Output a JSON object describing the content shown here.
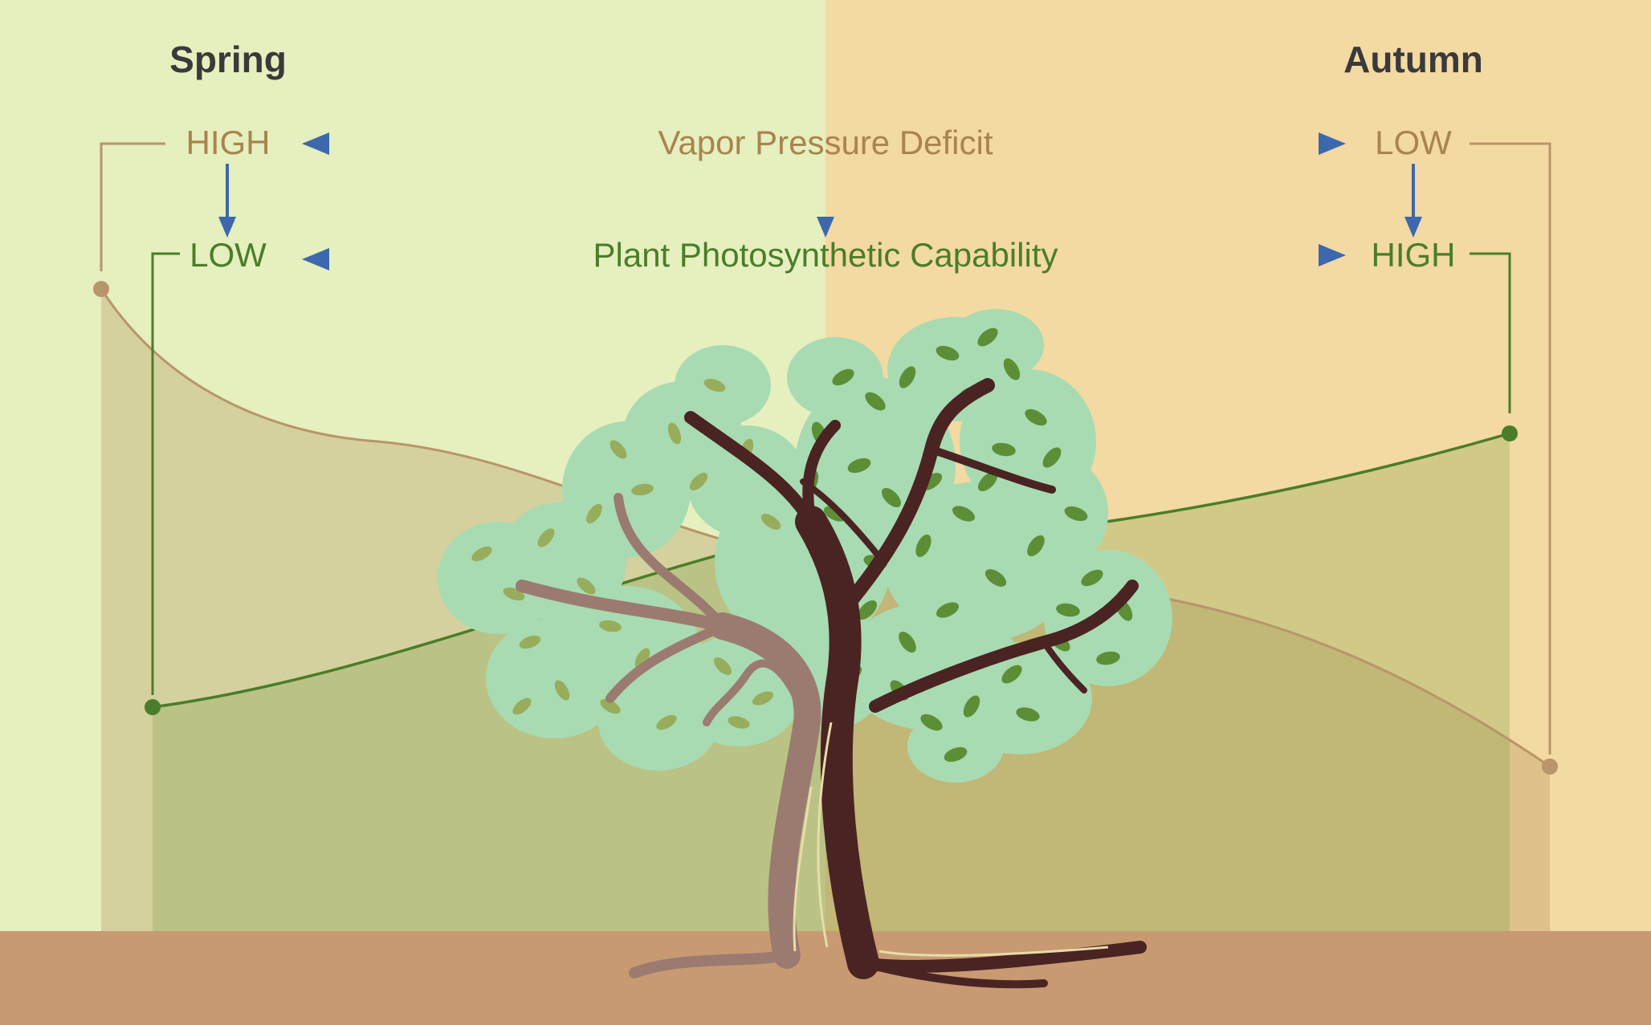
{
  "seasons": {
    "left": "Spring",
    "right": "Autumn"
  },
  "rows": {
    "vpd": {
      "label": "Vapor Pressure Deficit",
      "spring": "HIGH",
      "autumn": "LOW"
    },
    "photo": {
      "label": "Plant Photosynthetic Capability",
      "spring": "LOW",
      "autumn": "HIGH"
    }
  },
  "colors": {
    "spring_bg": "#e6efbe",
    "autumn_bg": "#f3d9a2",
    "ground": "#c79a72",
    "vpd": "#a98450",
    "photo": "#4a7d2a",
    "arrow": "#3d68ad",
    "heading": "#3a3a3a",
    "trunk_dark": "#4a2323",
    "trunk_light": "#9b7b70",
    "foliage": "#a8dbb2",
    "leaf_dark": "#5c8e36",
    "leaf_light": "#97ad5c"
  },
  "icons": [
    "tree-illustration",
    "arrow-left-icon",
    "arrow-right-icon",
    "arrow-down-icon"
  ]
}
